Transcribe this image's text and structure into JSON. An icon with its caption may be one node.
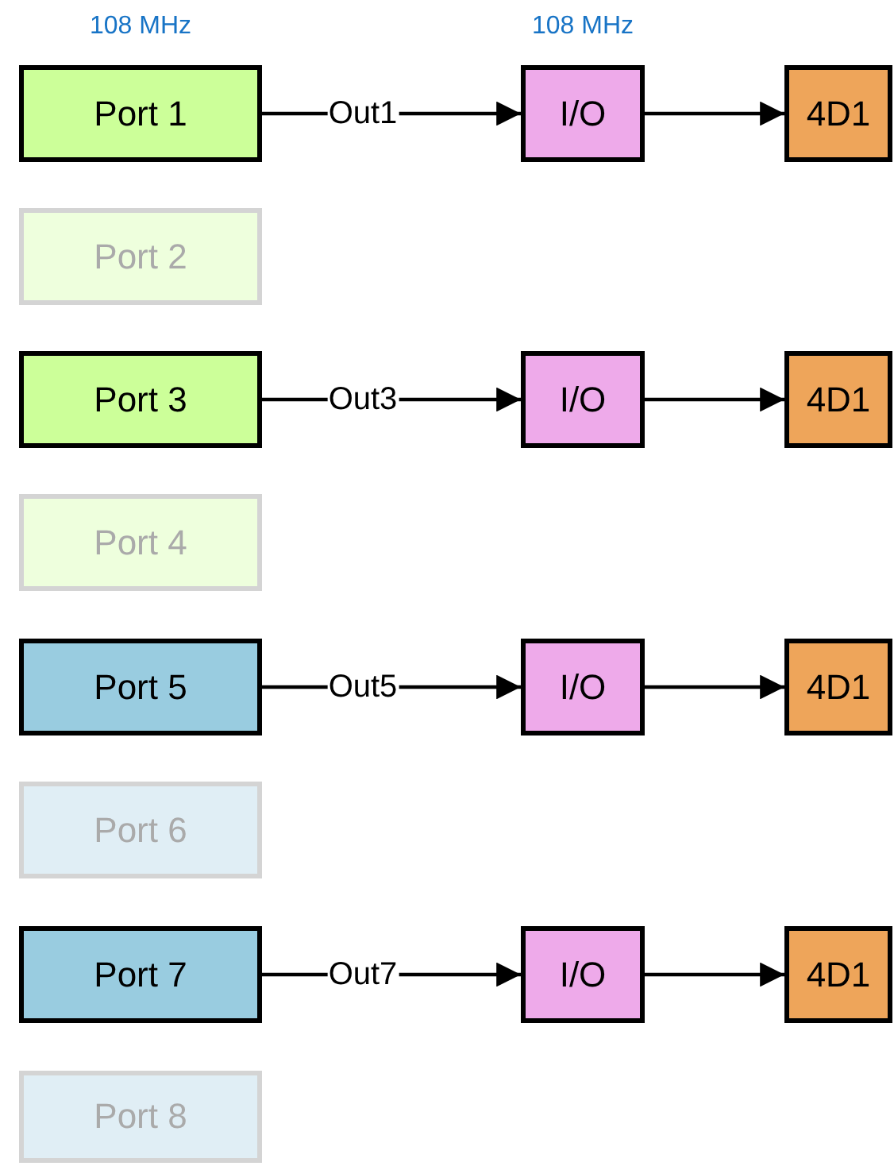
{
  "diagram": {
    "nodes": [
      {
        "text": [
          "Port 1"
        ],
        "beside": [
          "108 MHz"
        ]
      },
      {
        "text": [
          "I/O"
        ],
        "beside": [
          "108 MHz"
        ]
      },
      {
        "text": [
          "4D1"
        ]
      },
      {
        "text": [
          "Port 2"
        ]
      },
      {
        "text": [
          "Port 3"
        ]
      },
      {
        "text": [
          "I/O"
        ]
      },
      {
        "text": [
          "4D1"
        ]
      },
      {
        "text": [
          "Port 4"
        ]
      },
      {
        "text": [
          "Port 5"
        ]
      },
      {
        "text": [
          "I/O"
        ]
      },
      {
        "text": [
          "4D1"
        ]
      },
      {
        "text": [
          "Port 6"
        ]
      },
      {
        "text": [
          "Port 7"
        ]
      },
      {
        "text": [
          "I/O"
        ]
      },
      {
        "text": [
          "4D1"
        ]
      },
      {
        "text": [
          "Port 8"
        ]
      }
    ],
    "edges": [
      {
        "from": 0,
        "to": 1,
        "arrow": "to",
        "label": "Out1"
      },
      {
        "from": 1,
        "to": 2,
        "arrow": "to"
      },
      {
        "from": 4,
        "to": 5,
        "arrow": "to",
        "label": "Out3"
      },
      {
        "from": 5,
        "to": 6,
        "arrow": "to"
      },
      {
        "from": 8,
        "to": 9,
        "arrow": "to",
        "label": "Out5"
      },
      {
        "from": 9,
        "to": 10,
        "arrow": "to"
      },
      {
        "from": 12,
        "to": 13,
        "arrow": "to",
        "label": "Out7"
      },
      {
        "from": 13,
        "to": 14,
        "arrow": "to"
      }
    ]
  }
}
